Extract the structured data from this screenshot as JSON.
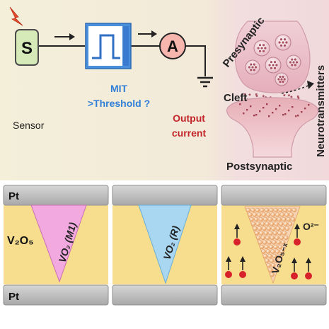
{
  "top": {
    "sensor_letter": "S",
    "sensor_label": "Sensor",
    "mit_label": "MIT",
    "threshold_label": ">Threshold ?",
    "ammeter_letter": "A",
    "output_label_line1": "Output",
    "output_label_line2": "current",
    "synapse": {
      "presynaptic": "Presynaptic",
      "cleft": "Cleft",
      "neurotransmitters": "Neurotransmitters",
      "postsynaptic": "Postsynaptic"
    }
  },
  "bottom": {
    "electrode_label": "Pt",
    "film_label": "V₂O₅",
    "panels": [
      {
        "filament_label": "VO₂ (M1)",
        "filament_color": "#f0a6de"
      },
      {
        "filament_label": "VO₂ (R)",
        "filament_color": "#a8d6f0"
      },
      {
        "filament_label": "V₂O₅₋ₓ",
        "ion_label": "O²⁻",
        "filament_color": "#f2c79a"
      }
    ]
  },
  "colors": {
    "background": "#f3eed9",
    "synapse_bg": "#f2dfe0",
    "film": "#f7dd8e",
    "electrode": "#bdbdbd",
    "sensor_fill": "#d5e8b8",
    "mit_box": "#3f86d6",
    "ammeter_fill": "#f6b4ae",
    "output_text": "#c2252b",
    "mit_text": "#2f7ed8",
    "ion_color": "#d8222b"
  }
}
